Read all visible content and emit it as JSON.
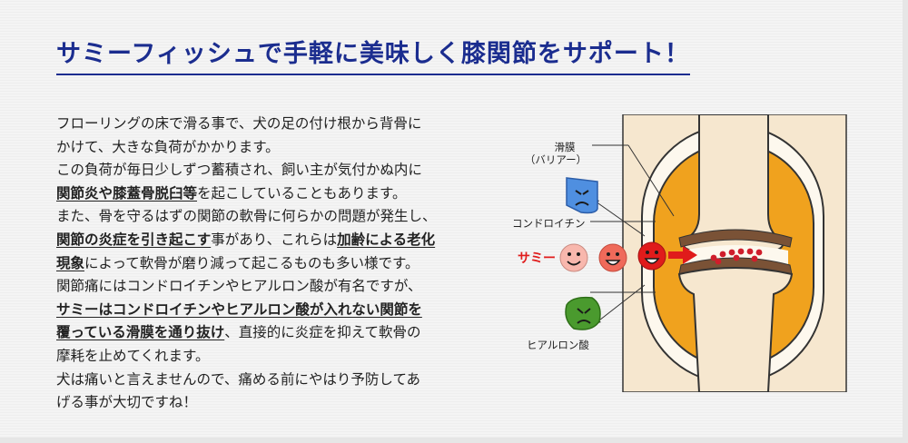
{
  "headline": "サミーフィッシュで手軽に美味しく膝関節をサポート！",
  "paragraph_lines": [
    [
      {
        "t": "フローリングの床で滑る事で、犬の足の付け根から背骨に",
        "u": false
      }
    ],
    [
      {
        "t": "かけて、大きな負荷がかかります。",
        "u": false
      }
    ],
    [
      {
        "t": "この負荷が毎日少しずつ蓄積され、飼い主が気付かぬ内に",
        "u": false
      }
    ],
    [
      {
        "t": "関節炎や膝蓋骨脱臼等",
        "u": true
      },
      {
        "t": "を起こしていることもあります。",
        "u": false
      }
    ],
    [
      {
        "t": "また、骨を守るはずの関節の軟骨に何らかの問題が発生し、",
        "u": false
      }
    ],
    [
      {
        "t": "関節の炎症を引き起こす",
        "u": true
      },
      {
        "t": "事があり、これらは",
        "u": false
      },
      {
        "t": "加齢による老化",
        "u": true
      }
    ],
    [
      {
        "t": "現象",
        "u": true
      },
      {
        "t": "によって軟骨が磨り減って起こるものも多い様です。",
        "u": false
      }
    ],
    [
      {
        "t": "関節痛にはコンドロイチンやヒアルロン酸が有名ですが、",
        "u": false
      }
    ],
    [
      {
        "t": "サミーはコンドロイチンやヒアルロン酸が入れない関節を",
        "u": true
      }
    ],
    [
      {
        "t": "覆っている滑膜を通り抜け",
        "u": true
      },
      {
        "t": "、直接的に炎症を抑えて軟骨の",
        "u": false
      }
    ],
    [
      {
        "t": "摩耗を止めてくれます。",
        "u": false
      }
    ],
    [
      {
        "t": "犬は痛いと言えませんので、痛める前にやはり予防してあ",
        "u": false
      }
    ],
    [
      {
        "t": "げる事が大切ですね！",
        "u": false
      }
    ]
  ],
  "diagram": {
    "synovium_label": "滑膜",
    "synovium_sub": "（バリアー）",
    "chondroitin_label": "コンドロイチン",
    "sammy_label": "サミー",
    "hyaluronic_label": "ヒアルロン酸"
  },
  "colors": {
    "headline": "#1b2d8f",
    "bone": "#f6e7cf",
    "capsule": "#f0a21e",
    "cartilage": "#7a5236",
    "sammy_red": "#e01b1b",
    "chondroitin_blue": "#4f8fe0",
    "hyaluronic_green": "#4a9a2e"
  },
  "icons": [
    "sad-chondroitin-face-icon",
    "sammy-face-icon",
    "sad-hyaluronic-face-icon",
    "red-arrow-icon"
  ]
}
